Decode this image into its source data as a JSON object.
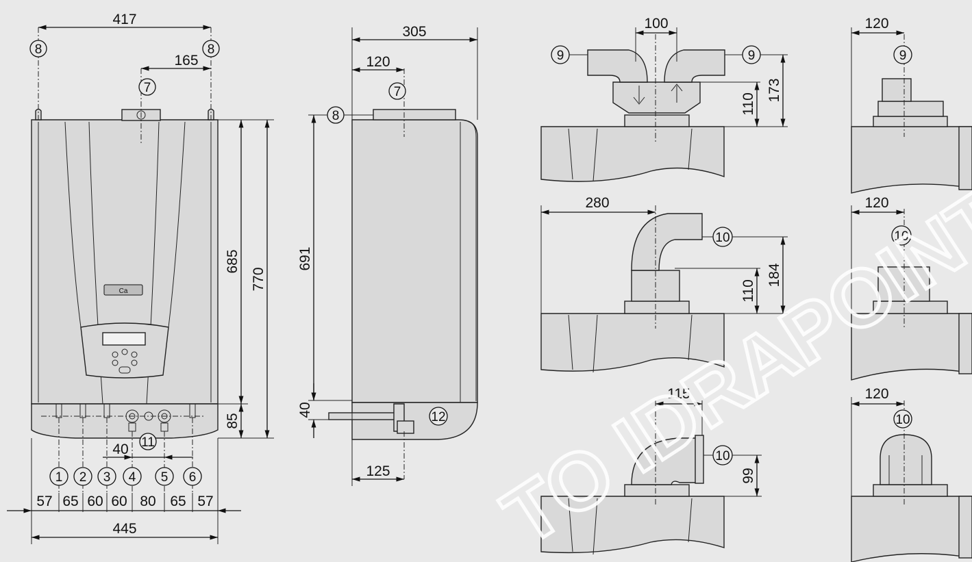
{
  "front_view": {
    "width_top": "417",
    "span_top": "165",
    "height_body": "685",
    "height_total": "770",
    "height_bottom": "85",
    "gap_conn": "40",
    "width_total": "445",
    "bottom_spacing": [
      "57",
      "65",
      "60",
      "60",
      "80",
      "65",
      "57"
    ],
    "connections": [
      "1",
      "2",
      "3",
      "4",
      "5",
      "6"
    ],
    "marker_hooks": "8",
    "marker_flue": "7",
    "marker_gas": "11",
    "logo_text": "Ca"
  },
  "side_view": {
    "depth_total": "305",
    "depth_flue": "120",
    "height": "691",
    "height_bottom": "40",
    "depth_bottom": "125",
    "marker_hook": "8",
    "marker_flue": "7",
    "marker_drain": "12"
  },
  "kit_twin": {
    "spacing": "100",
    "height_low": "110",
    "height_high": "173",
    "marker": "9"
  },
  "kit_coaxial_tall": {
    "offset": "280",
    "height_low": "110",
    "height_high": "184",
    "marker": "10"
  },
  "kit_coaxial_short": {
    "offset": "115",
    "height": "99",
    "marker": "10"
  },
  "side_kits": {
    "offset_1": "120",
    "offset_2": "120",
    "offset_3": "120",
    "marker_1": "9",
    "marker_2": "10",
    "marker_3": "10"
  },
  "watermark": "TO IDRAPOINT.IT"
}
